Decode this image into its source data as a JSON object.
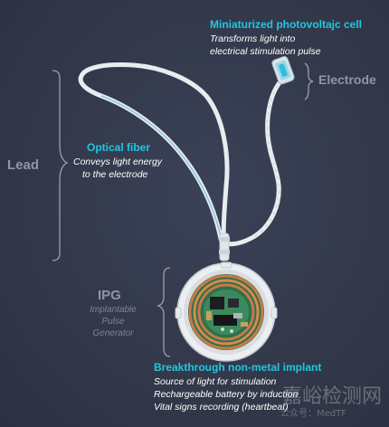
{
  "photovoltaic": {
    "title": "Miniaturized photovoltajc cell",
    "desc_line1": "Transforms light into",
    "desc_line2": "electrical stimulation pulse"
  },
  "electrode": {
    "label": "Electrode"
  },
  "lead": {
    "label": "Lead"
  },
  "optical_fiber": {
    "title": "Optical fiber",
    "desc_line1": "Conveys light energy",
    "desc_line2": "to the electrode"
  },
  "ipg": {
    "label": "IPG",
    "sub_line1": "Implantable",
    "sub_line2": "Pulse",
    "sub_line3": "Generator"
  },
  "implant": {
    "title": "Breakthrough non-metal implant",
    "line1": "Source of light for stimulation",
    "line2": "Rechargeable battery by induction",
    "line3": "Vital signs recording (heartbeat)"
  },
  "watermark": {
    "site": "嘉峪检测网",
    "account": "公众号：MedTF"
  },
  "colors": {
    "background": "#33394d",
    "accent_cyan": "#1fc7e0",
    "label_gray": "#8f96a3",
    "bracket_gray": "#9aa0aa"
  }
}
